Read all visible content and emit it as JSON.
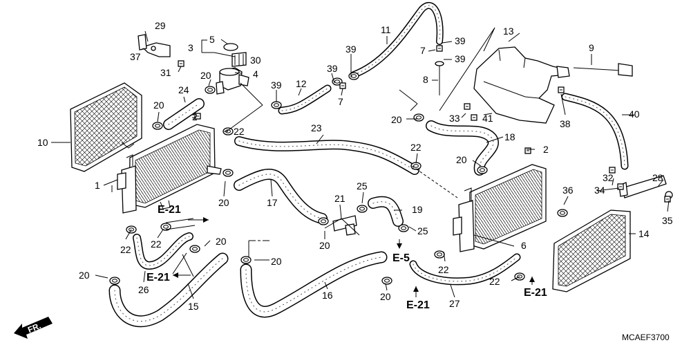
{
  "diagram": {
    "code": "MCAEF3700",
    "front_marker": "FR.",
    "part_numbers": [
      "1",
      "2",
      "3",
      "4",
      "5",
      "6",
      "7",
      "8",
      "9",
      "10",
      "11",
      "12",
      "13",
      "14",
      "15",
      "16",
      "17",
      "18",
      "19",
      "20",
      "21",
      "22",
      "23",
      "24",
      "25",
      "26",
      "27",
      "28",
      "29",
      "30",
      "31",
      "32",
      "33",
      "34",
      "35",
      "36",
      "37",
      "38",
      "39",
      "40",
      "41"
    ],
    "callouts": [
      {
        "id": "29",
        "label": "29"
      },
      {
        "id": "37",
        "label": "37"
      },
      {
        "id": "31",
        "label": "31"
      },
      {
        "id": "5",
        "label": "5"
      },
      {
        "id": "3",
        "label": "3"
      },
      {
        "id": "30",
        "label": "30"
      },
      {
        "id": "4",
        "label": "4"
      },
      {
        "id": "20a",
        "label": "20"
      },
      {
        "id": "24",
        "label": "24"
      },
      {
        "id": "20b",
        "label": "20"
      },
      {
        "id": "2a",
        "label": "2"
      },
      {
        "id": "10",
        "label": "10"
      },
      {
        "id": "22a",
        "label": "22"
      },
      {
        "id": "39a",
        "label": "39"
      },
      {
        "id": "12",
        "label": "12"
      },
      {
        "id": "39b",
        "label": "39"
      },
      {
        "id": "7a",
        "label": "7"
      },
      {
        "id": "39c",
        "label": "39"
      },
      {
        "id": "11",
        "label": "11"
      },
      {
        "id": "39d",
        "label": "39"
      },
      {
        "id": "7b",
        "label": "7"
      },
      {
        "id": "39e",
        "label": "39"
      },
      {
        "id": "8",
        "label": "8"
      },
      {
        "id": "13",
        "label": "13"
      },
      {
        "id": "9",
        "label": "9"
      },
      {
        "id": "20c",
        "label": "20"
      },
      {
        "id": "33",
        "label": "33"
      },
      {
        "id": "41",
        "label": "41"
      },
      {
        "id": "38",
        "label": "38"
      },
      {
        "id": "40",
        "label": "40"
      },
      {
        "id": "23",
        "label": "23"
      },
      {
        "id": "18",
        "label": "18"
      },
      {
        "id": "22b",
        "label": "22"
      },
      {
        "id": "2b",
        "label": "2"
      },
      {
        "id": "20d",
        "label": "20"
      },
      {
        "id": "1",
        "label": "1"
      },
      {
        "id": "20e",
        "label": "20"
      },
      {
        "id": "17",
        "label": "17"
      },
      {
        "id": "21",
        "label": "21"
      },
      {
        "id": "25a",
        "label": "25"
      },
      {
        "id": "19",
        "label": "19"
      },
      {
        "id": "32",
        "label": "32"
      },
      {
        "id": "28",
        "label": "28"
      },
      {
        "id": "34",
        "label": "34"
      },
      {
        "id": "35",
        "label": "35"
      },
      {
        "id": "36",
        "label": "36"
      },
      {
        "id": "14",
        "label": "14"
      },
      {
        "id": "22c",
        "label": "22"
      },
      {
        "id": "22d",
        "label": "22"
      },
      {
        "id": "20f",
        "label": "20"
      },
      {
        "id": "20g",
        "label": "20"
      },
      {
        "id": "20h",
        "label": "20"
      },
      {
        "id": "25b",
        "label": "25"
      },
      {
        "id": "6",
        "label": "6"
      },
      {
        "id": "22e",
        "label": "22"
      },
      {
        "id": "20i",
        "label": "20"
      },
      {
        "id": "26",
        "label": "26"
      },
      {
        "id": "15",
        "label": "15"
      },
      {
        "id": "16",
        "label": "16"
      },
      {
        "id": "20j",
        "label": "20"
      },
      {
        "id": "27",
        "label": "27"
      },
      {
        "id": "22f",
        "label": "22"
      }
    ],
    "references": [
      {
        "id": "e21a",
        "label": "E-21"
      },
      {
        "id": "e21b",
        "label": "E-21"
      },
      {
        "id": "e5",
        "label": "E-5"
      },
      {
        "id": "e21c",
        "label": "E-21"
      },
      {
        "id": "e21d",
        "label": "E-21"
      }
    ]
  }
}
